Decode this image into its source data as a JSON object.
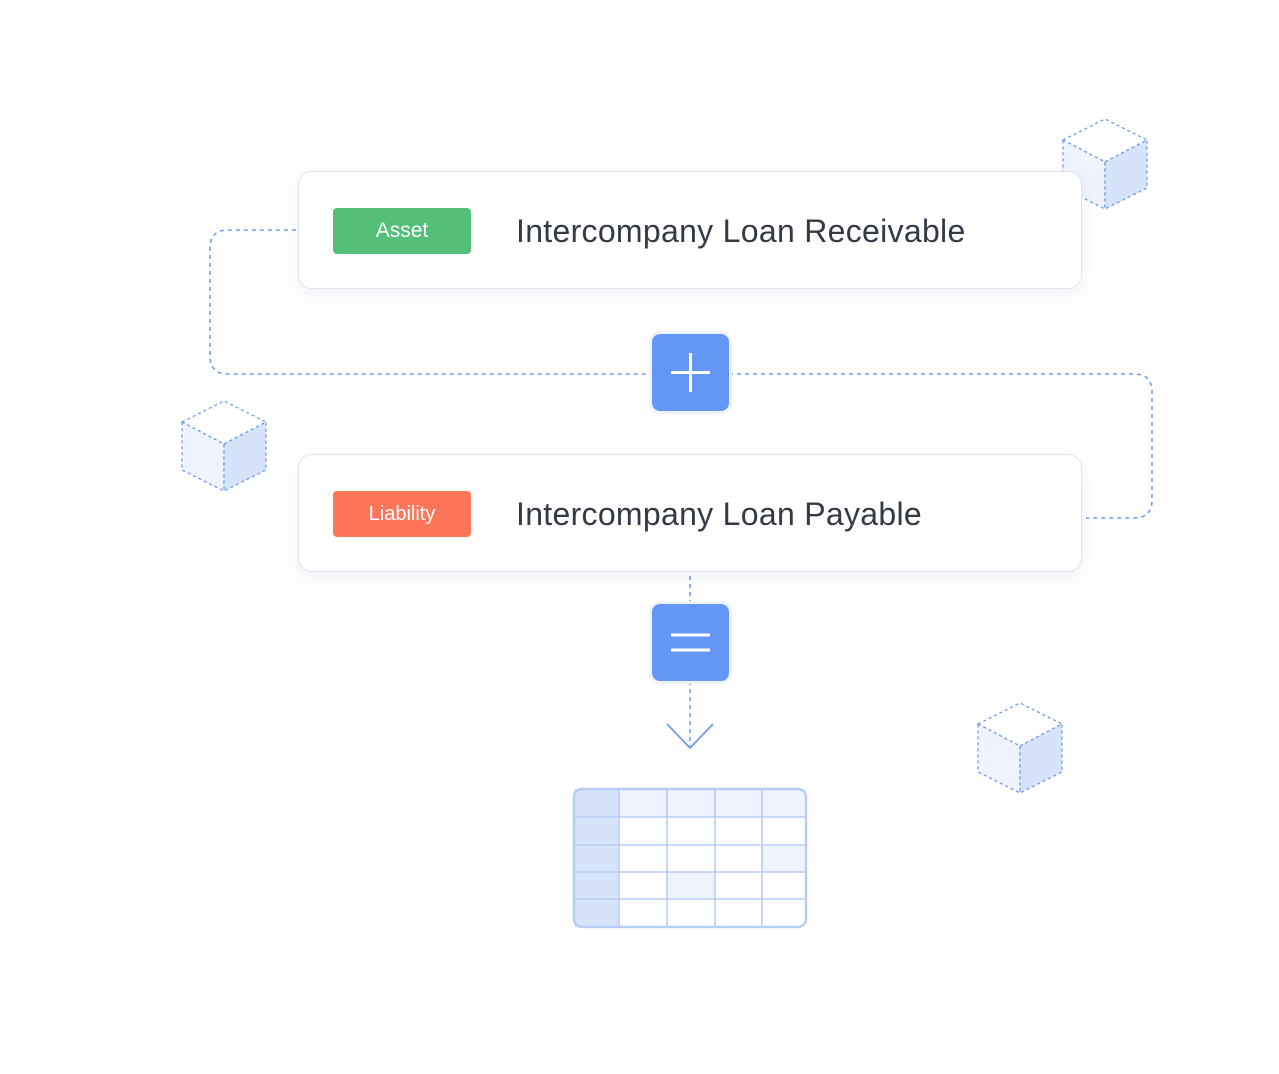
{
  "flow": {
    "asset": {
      "badge_label": "Asset",
      "badge_color": "#54c077",
      "account_name": "Intercompany Loan Receivable"
    },
    "liability": {
      "badge_label": "Liability",
      "badge_color": "#ff7559",
      "account_name": "Intercompany Loan Payable"
    },
    "operators": [
      "plus-icon",
      "equals-icon"
    ],
    "result": "spreadsheet-table-icon"
  },
  "colors": {
    "accent": "#6396f5",
    "connector": "#6f9cea",
    "table_fill": "#eef3fd",
    "table_header": "#d5e3fb"
  }
}
